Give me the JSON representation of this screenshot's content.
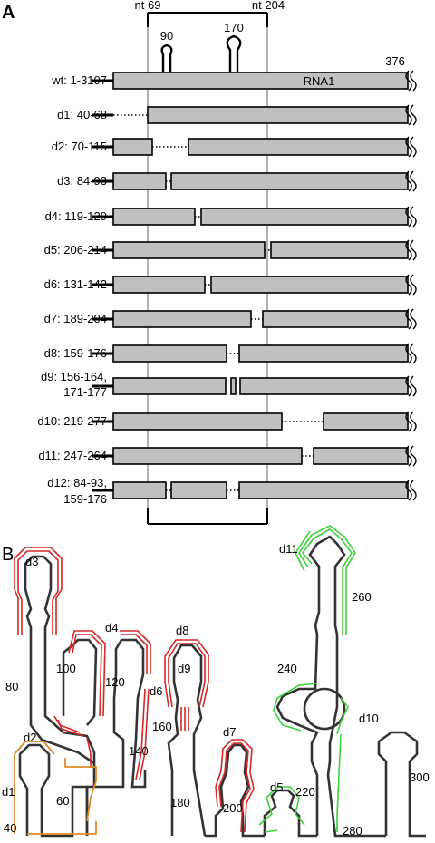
{
  "panel_a": {
    "label": "A",
    "nt_left": "nt 69",
    "nt_right": "nt 204",
    "hairpin_1": "90",
    "hairpin_2": "170",
    "end_label": "376",
    "rna_label": "RNA1",
    "rows": [
      {
        "label": "wt: 1-3107"
      },
      {
        "label": "d1: 40-68"
      },
      {
        "label": "d2: 70-115"
      },
      {
        "label": "d3: 84-93"
      },
      {
        "label": "d4: 119-129"
      },
      {
        "label": "d5: 206-214"
      },
      {
        "label": "d6: 131-142"
      },
      {
        "label": "d7: 189-204"
      },
      {
        "label": "d8: 159-176"
      },
      {
        "label": "d9: 156-164,",
        "label2": "171-177"
      },
      {
        "label": "d10: 219-277"
      },
      {
        "label": "d11: 247-264"
      },
      {
        "label": "d12: 84-93,",
        "label2": "159-176"
      }
    ]
  },
  "panel_b": {
    "label": "B",
    "deletion_labels": [
      "d1",
      "d2",
      "d3",
      "d4",
      "d5",
      "d6",
      "d7",
      "d8",
      "d9",
      "d10",
      "d11"
    ],
    "nt_labels": [
      "40",
      "60",
      "80",
      "100",
      "120",
      "140",
      "160",
      "180",
      "200",
      "220",
      "240",
      "260",
      "280",
      "300"
    ]
  },
  "colors": {
    "bar_fill": "#c0c0c0",
    "red_deletion": "#d62728",
    "orange_deletion": "#e08a26",
    "green_deletion": "#3bd13b"
  }
}
